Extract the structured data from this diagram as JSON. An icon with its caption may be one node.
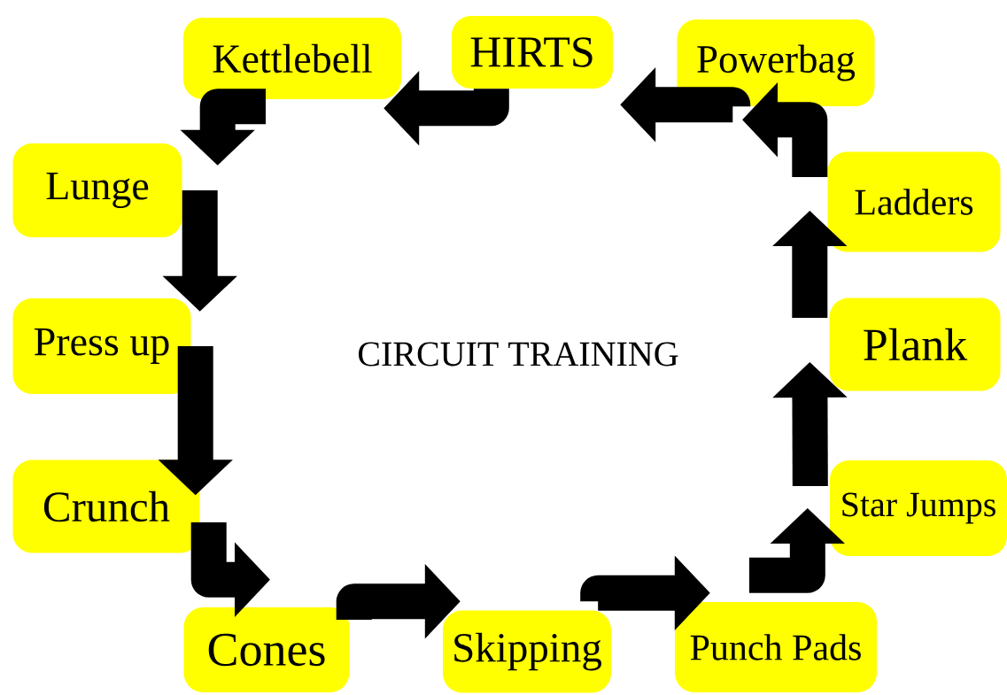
{
  "diagram": {
    "title": "CIRCUIT TRAINING",
    "nodes": [
      {
        "text": [
          "Kettlebell"
        ]
      },
      {
        "text": [
          "HIRTS"
        ]
      },
      {
        "text": [
          "Powerbag"
        ]
      },
      {
        "text": [
          "Lunge"
        ]
      },
      {
        "text": [
          "Ladders"
        ]
      },
      {
        "text": [
          "Press up"
        ]
      },
      {
        "text": [
          "Plank"
        ]
      },
      {
        "text": [
          "Crunch"
        ]
      },
      {
        "text": [
          "Star Jumps"
        ]
      },
      {
        "text": [
          "Cones"
        ]
      },
      {
        "text": [
          "Skipping"
        ]
      },
      {
        "text": [
          "Punch Pads"
        ]
      }
    ],
    "edges": [
      {
        "from": 2,
        "to": 1,
        "arrow": "to"
      },
      {
        "from": 1,
        "to": 0,
        "arrow": "to"
      },
      {
        "from": 0,
        "to": 3,
        "arrow": "to"
      },
      {
        "from": 3,
        "to": 5,
        "arrow": "to"
      },
      {
        "from": 5,
        "to": 7,
        "arrow": "to"
      },
      {
        "from": 7,
        "to": 9,
        "arrow": "to"
      },
      {
        "from": 9,
        "to": 10,
        "arrow": "to"
      },
      {
        "from": 10,
        "to": 11,
        "arrow": "to"
      },
      {
        "from": 11,
        "to": 8,
        "arrow": "to"
      },
      {
        "from": 8,
        "to": 6,
        "arrow": "to"
      },
      {
        "from": 6,
        "to": 4,
        "arrow": "to"
      },
      {
        "from": 4,
        "to": 2,
        "arrow": "to"
      }
    ]
  }
}
